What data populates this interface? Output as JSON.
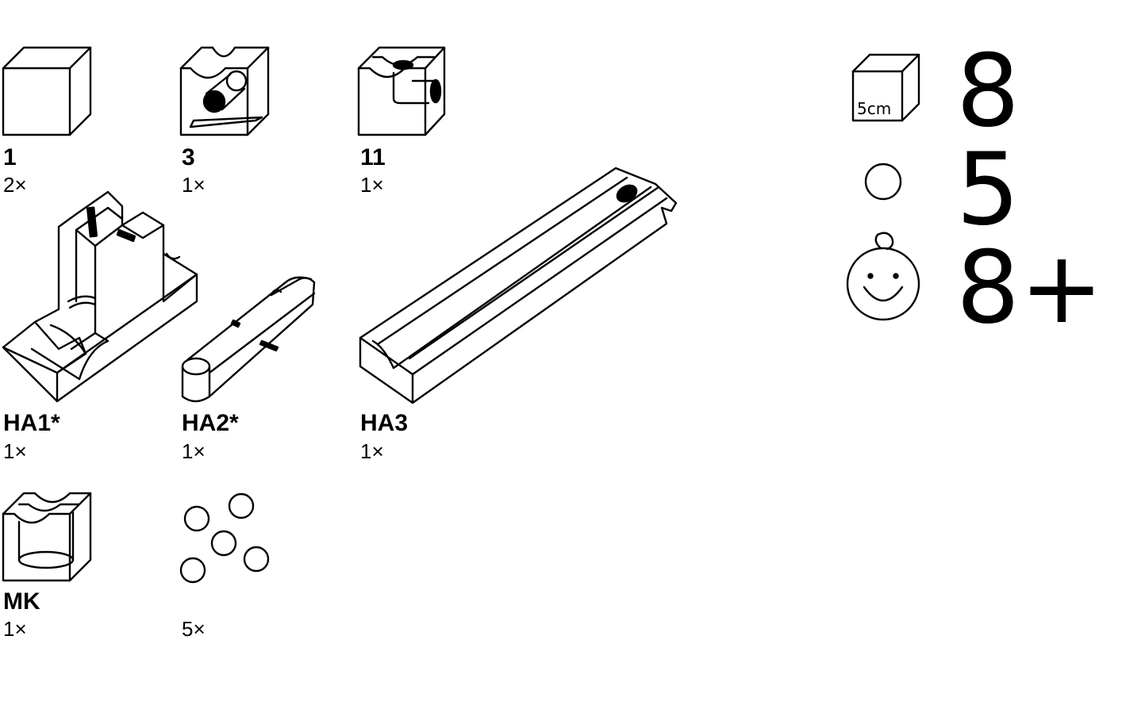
{
  "parts": [
    {
      "code": "1",
      "qty": "2×"
    },
    {
      "code": "3",
      "qty": "1×"
    },
    {
      "code": "11",
      "qty": "1×"
    },
    {
      "code": "HA1*",
      "qty": "1×"
    },
    {
      "code": "HA2*",
      "qty": "1×"
    },
    {
      "code": "HA3",
      "qty": "1×"
    },
    {
      "code": "MK",
      "qty": "1×"
    },
    {
      "code": "",
      "qty": "5×"
    }
  ],
  "summary": {
    "cube_size_label": "5cm",
    "block_count": "8",
    "ball_count": "5",
    "age": "8+"
  },
  "icons": [
    "cube-icon",
    "ball-icon",
    "child-face-icon"
  ],
  "colors": {
    "ink": "#000000",
    "background": "#ffffff"
  }
}
